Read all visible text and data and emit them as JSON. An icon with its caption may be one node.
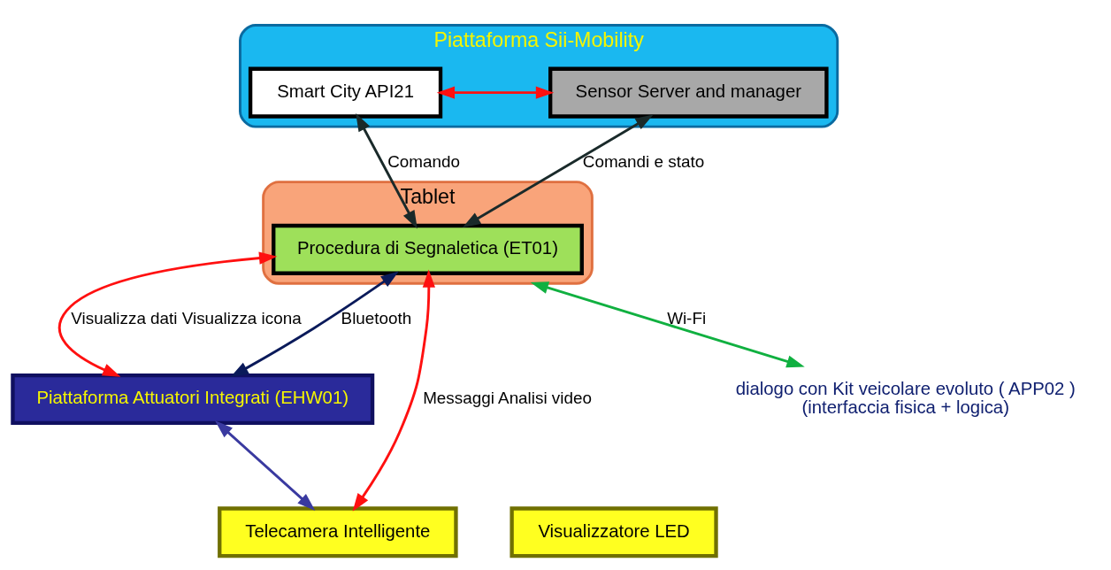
{
  "diagram": {
    "nodes": [
      {
        "text": [
          "Piattaforma Sii-Mobility"
        ]
      },
      {
        "text": [
          "Smart City API21"
        ],
        "in": 0
      },
      {
        "text": [
          "Sensor Server and manager"
        ],
        "in": 0
      },
      {
        "text": [
          "Tablet"
        ]
      },
      {
        "text": [
          "Procedura di Segnaletica (ET01)"
        ],
        "in": 3
      },
      {
        "text": [
          "Piattaforma Attuatori Integrati (EHW01)"
        ]
      },
      {
        "text": [
          "Telecamera Intelligente"
        ]
      },
      {
        "text": [
          "Visualizzatore LED"
        ]
      },
      {
        "text": [
          "dialogo con Kit veicolare evoluto ( APP02 )",
          "(interfaccia fisica + logica)"
        ]
      }
    ],
    "edges": [
      {
        "from": 1,
        "to": 2,
        "arrow": "both",
        "color": "#ff1010"
      },
      {
        "from": 1,
        "to": 4,
        "arrow": "both",
        "label": "Comando",
        "color": "#1a2a2a"
      },
      {
        "from": 2,
        "to": 4,
        "arrow": "both",
        "label": "Comandi e stato",
        "color": "#1a2a2a"
      },
      {
        "from": 4,
        "to": 5,
        "arrow": "both",
        "label": "Visualizza dati Visualizza icona",
        "color": "#ff1010"
      },
      {
        "from": 4,
        "to": 5,
        "arrow": "both",
        "label": "Bluetooth",
        "color": "#0a1a5a"
      },
      {
        "from": 4,
        "to": 6,
        "arrow": "both",
        "label": "Messaggi Analisi video",
        "color": "#ff1010"
      },
      {
        "from": 5,
        "to": 6,
        "arrow": "both",
        "color": "#3a3aa0"
      },
      {
        "from": 3,
        "to": 8,
        "arrow": "both",
        "label": "Wi-Fi",
        "color": "#10b040"
      }
    ]
  }
}
